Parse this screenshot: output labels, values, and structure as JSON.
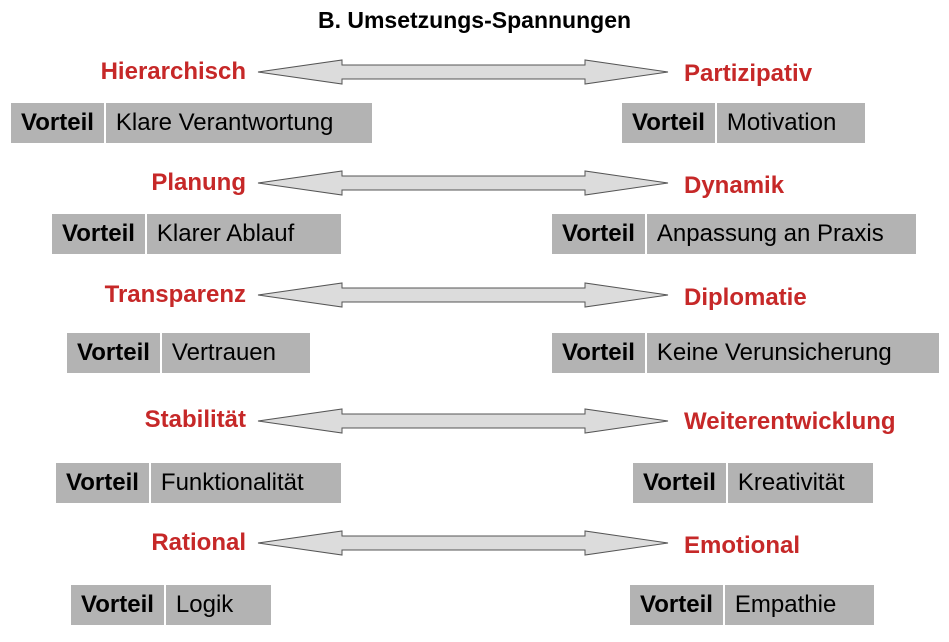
{
  "title": "B. Umsetzungs-Spannungen",
  "colors": {
    "label": "#c62828",
    "box": "#b3b3b3",
    "arrow_fill": "#dcdcdc",
    "arrow_stroke": "#555555"
  },
  "rows": [
    {
      "left": {
        "label": "Hierarchisch",
        "key": "Vorteil",
        "value": "Klare Verantwortung"
      },
      "right": {
        "label": "Partizipativ",
        "key": "Vorteil",
        "value": "Motivation"
      }
    },
    {
      "left": {
        "label": "Planung",
        "key": "Vorteil",
        "value": "Klarer Ablauf"
      },
      "right": {
        "label": "Dynamik",
        "key": "Vorteil",
        "value": "Anpassung an Praxis"
      }
    },
    {
      "left": {
        "label": "Transparenz",
        "key": "Vorteil",
        "value": "Vertrauen"
      },
      "right": {
        "label": "Diplomatie",
        "key": "Vorteil",
        "value": "Keine Verunsicherung"
      }
    },
    {
      "left": {
        "label": "Stabilität",
        "key": "Vorteil",
        "value": "Funktionalität"
      },
      "right": {
        "label": "Weiterentwicklung",
        "key": "Vorteil",
        "value": "Kreativität"
      }
    },
    {
      "left": {
        "label": "Rational",
        "key": "Vorteil",
        "value": "Logik"
      },
      "right": {
        "label": "Emotional",
        "key": "Vorteil",
        "value": "Empathie"
      }
    }
  ]
}
